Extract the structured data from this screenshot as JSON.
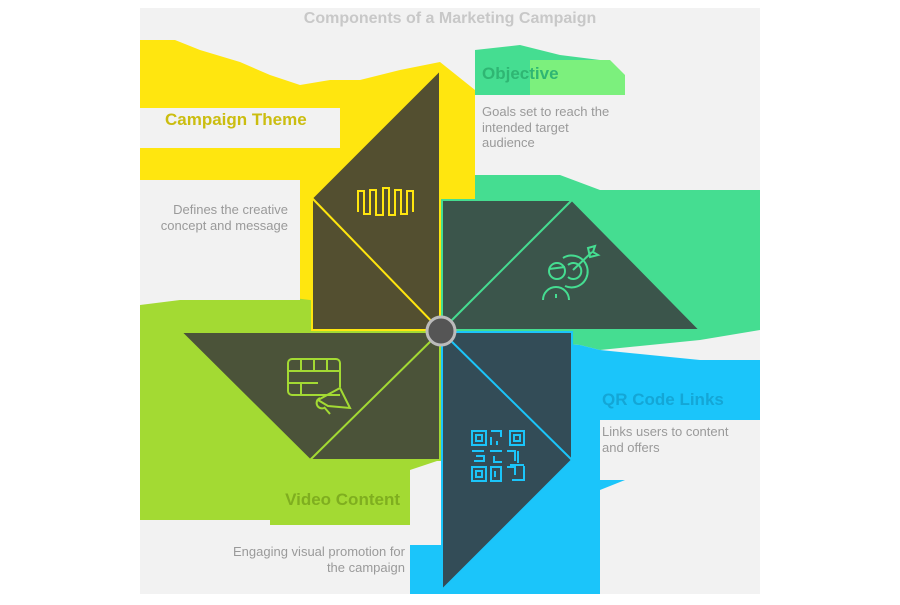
{
  "diagram": {
    "title": "Components of a Marketing Campaign",
    "center_hub": {
      "fill": "#555555",
      "stroke": "#bbbbbb"
    },
    "blades": [
      {
        "id": "yellow",
        "accent": "#FFE60F",
        "fill": "#534f30",
        "icon": "waveform-icon",
        "label": "Campaign Theme",
        "description": "Defines the creative concept and message"
      },
      {
        "id": "green",
        "accent": "#45DD91",
        "fill": "#3b554b",
        "icon": "target-audience-icon",
        "label": "Objective",
        "description": "Goals set to reach the intended target audience"
      },
      {
        "id": "blue",
        "accent": "#1BC5FA",
        "fill": "#334c57",
        "icon": "qr-code-icon",
        "label": "QR Code Links",
        "description": "Links users to content and offers"
      },
      {
        "id": "lime",
        "accent": "#A3DA33",
        "fill": "#4b5339",
        "icon": "video-campaign-icon",
        "label": "Video Content",
        "description": "Engaging visual promotion for the campaign"
      }
    ]
  }
}
